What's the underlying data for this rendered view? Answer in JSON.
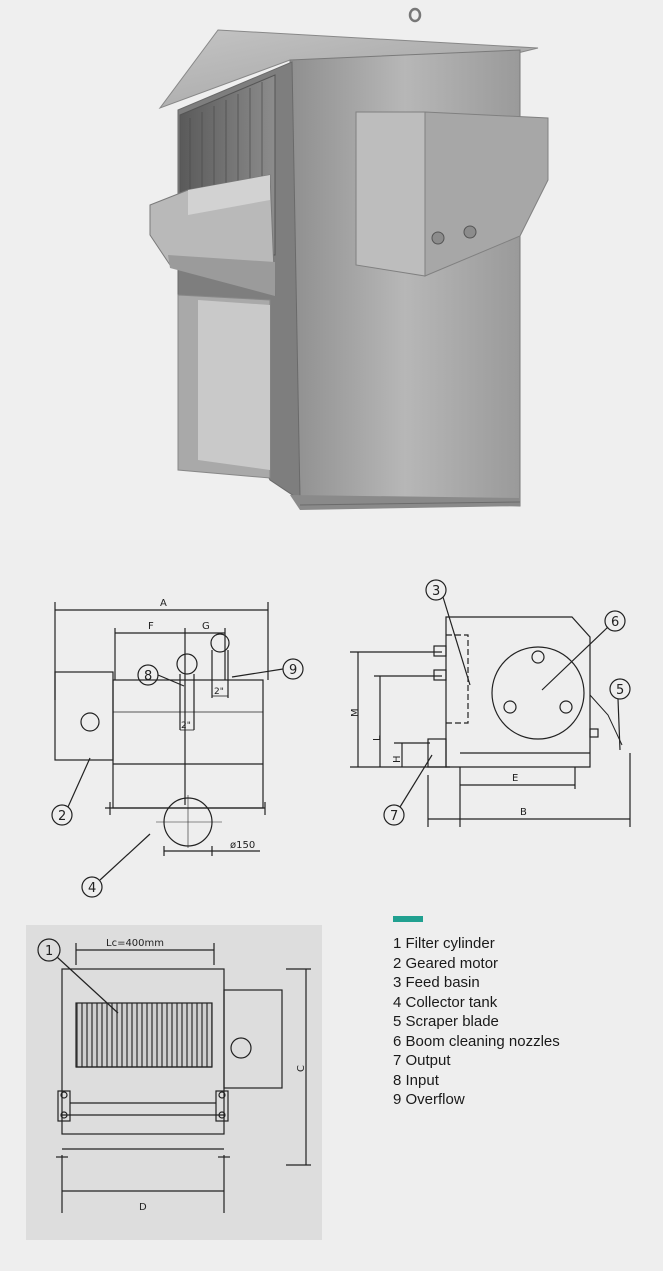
{
  "colors": {
    "background": "#eeeeee",
    "panel": "#dddddd",
    "steel_light": "#cfcfcf",
    "steel_mid": "#a6a6a6",
    "steel_dark": "#6f6f6f",
    "accent": "#20a090",
    "line": "#222222"
  },
  "front_view": {
    "dims": {
      "a": "A",
      "f": "F",
      "g": "G",
      "pipe_8": "2\"",
      "pipe_9": "2\"",
      "diameter": "ø150"
    },
    "callouts": [
      "8",
      "9",
      "2",
      "4"
    ]
  },
  "side_view": {
    "dims": {
      "m": "M",
      "l": "L",
      "h": "H",
      "e": "E",
      "b": "B"
    },
    "callouts": [
      "3",
      "6",
      "5",
      "7"
    ]
  },
  "top_view": {
    "dims": {
      "lc": "Lc=400mm",
      "c": "C",
      "d": "D"
    },
    "callouts": [
      "1"
    ]
  },
  "legend": {
    "items": [
      "1 Filter cylinder",
      "2 Geared motor",
      "3 Feed basin",
      "4 Collector tank",
      "5 Scraper blade",
      "6 Boom cleaning nozzles",
      "7 Output",
      "8 Input",
      "9 Overflow"
    ]
  }
}
